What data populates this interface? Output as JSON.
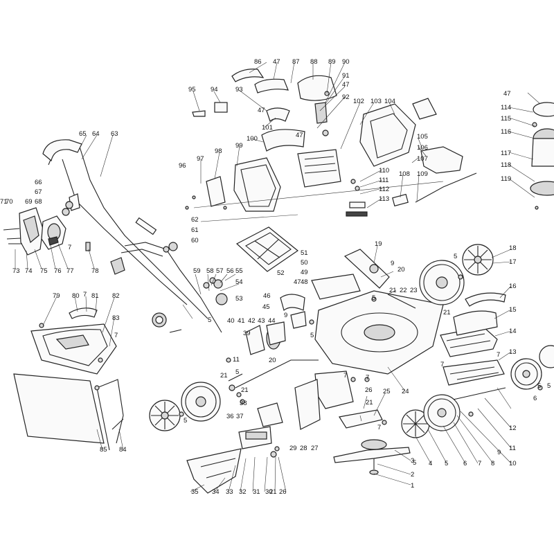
{
  "labels": [
    "1",
    "2",
    "3",
    "4",
    "5",
    "6",
    "7",
    "8",
    "9",
    "10",
    "11",
    "12",
    "13",
    "14",
    "15",
    "16",
    "17",
    "18",
    "19",
    "20",
    "21",
    "22",
    "23",
    "24",
    "25",
    "26",
    "27",
    "28",
    "29",
    "30",
    "31",
    "32",
    "33",
    "34",
    "35",
    "36",
    "37",
    "38",
    "39",
    "40",
    "41",
    "42",
    "43",
    "44",
    "45",
    "46",
    "47",
    "48",
    "49",
    "50",
    "51",
    "52",
    "53",
    "54",
    "55",
    "56",
    "57",
    "58",
    "59",
    "60",
    "61",
    "62",
    "63",
    "64",
    "65",
    "66",
    "67",
    "68",
    "69",
    "70",
    "71",
    "73",
    "74",
    "75",
    "76",
    "77",
    "78",
    "79",
    "80",
    "81",
    "82",
    "83",
    "84",
    "85",
    "86",
    "87",
    "88",
    "89",
    "90",
    "91",
    "92",
    "93",
    "94",
    "95",
    "96",
    "97",
    "98",
    "99",
    "100",
    "101",
    "102",
    "103",
    "104",
    "105",
    "106",
    "107",
    "108",
    "109",
    "110",
    "111",
    "112",
    "113",
    "114",
    "115",
    "116",
    "117",
    "118",
    "119"
  ]
}
